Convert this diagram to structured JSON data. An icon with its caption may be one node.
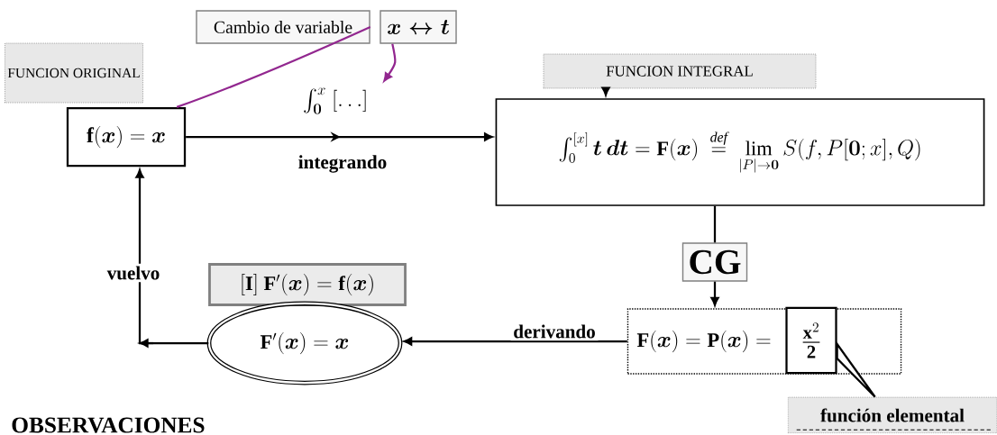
{
  "diagram": {
    "nodes": [
      {
        "text": [
          "FUNCION ORIGINAL"
        ]
      },
      {
        "text": [
          "\\mathbf{f}(\\boldsymbol{x})=\\boldsymbol{x}"
        ]
      },
      {
        "text": [
          "Cambio de variable"
        ]
      },
      {
        "text": [
          "\\boldsymbol{x\\leftrightarrow t}"
        ]
      },
      {
        "text": [
          "\\int_{\\boldsymbol{0}}^{x}\\ [\\ldots]"
        ]
      },
      {
        "text": [
          "FUNCION INTEGRAL"
        ]
      },
      {
        "text": [
          "\\int_{0}^{[x]}\\boldsymbol{t\\,dt} = \\mathbf{F}(\\boldsymbol{x})\\ \\overset{\\mathit{def}}{=}\\ \\lim\\limits_{|P|\\to\\boldsymbol{0}} S(f, P[\\boldsymbol{0};x], Q)"
        ]
      },
      {
        "text": [
          "CG"
        ]
      },
      {
        "text": [
          "\\mathbf{F}(\\boldsymbol{x}) = \\mathbf{P}(\\boldsymbol{x}) ="
        ]
      },
      {
        "text": [
          "\\frac{\\mathbf{x}^{2}}{\\mathbf{2}}"
        ],
        "in": 8
      },
      {
        "text": [
          "[\\mathbf{I}]\\ \\mathbf{F}'(\\boldsymbol{x}) = \\mathbf{f}(\\boldsymbol{x})"
        ]
      },
      {
        "text": [
          "\\mathbf{F}'(\\boldsymbol{x}) = \\boldsymbol{x}"
        ]
      },
      {
        "text": [
          "función elemental"
        ]
      }
    ],
    "edges": [
      {
        "from": 1,
        "to": 6,
        "arrow": "to",
        "label": "integrando"
      },
      {
        "from": 2,
        "to": 1,
        "arrow": "none",
        "color": "#92278f"
      },
      {
        "from": 3,
        "to": 4,
        "arrow": "to",
        "color": "#92278f"
      },
      {
        "from": 5,
        "to": 6,
        "arrow": "to"
      },
      {
        "from": 6,
        "to": 7,
        "arrow": "none"
      },
      {
        "from": 7,
        "to": 8,
        "arrow": "to"
      },
      {
        "from": 8,
        "to": 11,
        "arrow": "to",
        "label": "derivando"
      },
      {
        "from": 11,
        "to": 1,
        "arrow": "to",
        "label": "vuelvo"
      },
      {
        "from": 12,
        "to": 9,
        "arrow": "none"
      }
    ],
    "labels": [
      "OBSERVACIONES"
    ]
  }
}
